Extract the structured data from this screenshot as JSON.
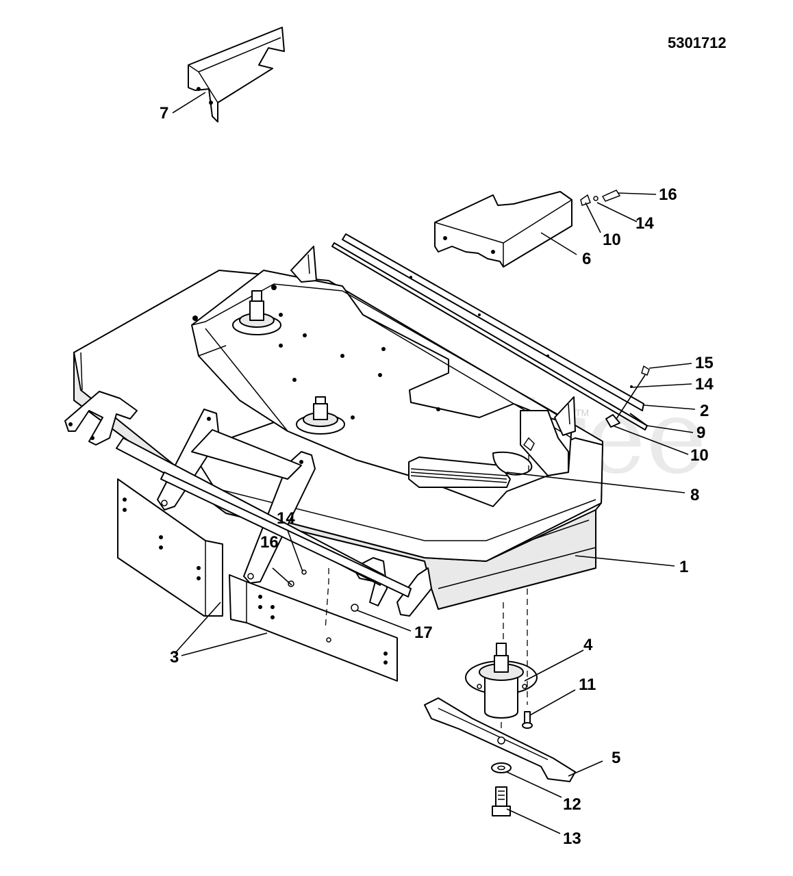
{
  "reference_number": "5301712",
  "watermark": {
    "text": "PartsTree",
    "tm": "TM"
  },
  "callouts": {
    "c1": "1",
    "c2": "2",
    "c3": "3",
    "c4": "4",
    "c5": "5",
    "c6": "6",
    "c7": "7",
    "c8": "8",
    "c9": "9",
    "c10": "10",
    "c11": "11",
    "c12": "12",
    "c13": "13",
    "c14": "14",
    "c15": "15",
    "c16": "16",
    "c17": "17"
  }
}
